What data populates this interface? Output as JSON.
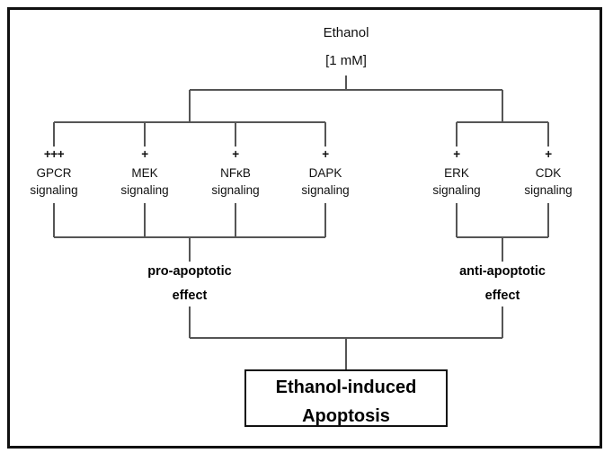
{
  "diagram": {
    "title": "Ethanol",
    "subtitle": "[1 mM]",
    "line_color": "#555555",
    "frame_color": "#111111",
    "text_color": "#111111",
    "branches": {
      "pro": {
        "effect_line1": "pro-apoptotic",
        "effect_line2": "effect",
        "nodes": [
          {
            "sign": "+++",
            "name": "GPCR",
            "line2": "signaling"
          },
          {
            "sign": "+",
            "name": "MEK",
            "line2": "signaling"
          },
          {
            "sign": "+",
            "name": "NFκB",
            "line2": "signaling"
          },
          {
            "sign": "+",
            "name": "DAPK",
            "line2": "signaling"
          }
        ]
      },
      "anti": {
        "effect_line1": "anti-apoptotic",
        "effect_line2": "effect",
        "nodes": [
          {
            "sign": "+",
            "name": "ERK",
            "line2": "signaling"
          },
          {
            "sign": "+",
            "name": "CDK",
            "line2": "signaling"
          }
        ]
      }
    },
    "outcome": {
      "line1": "Ethanol-induced",
      "line2": "Apoptosis"
    }
  }
}
